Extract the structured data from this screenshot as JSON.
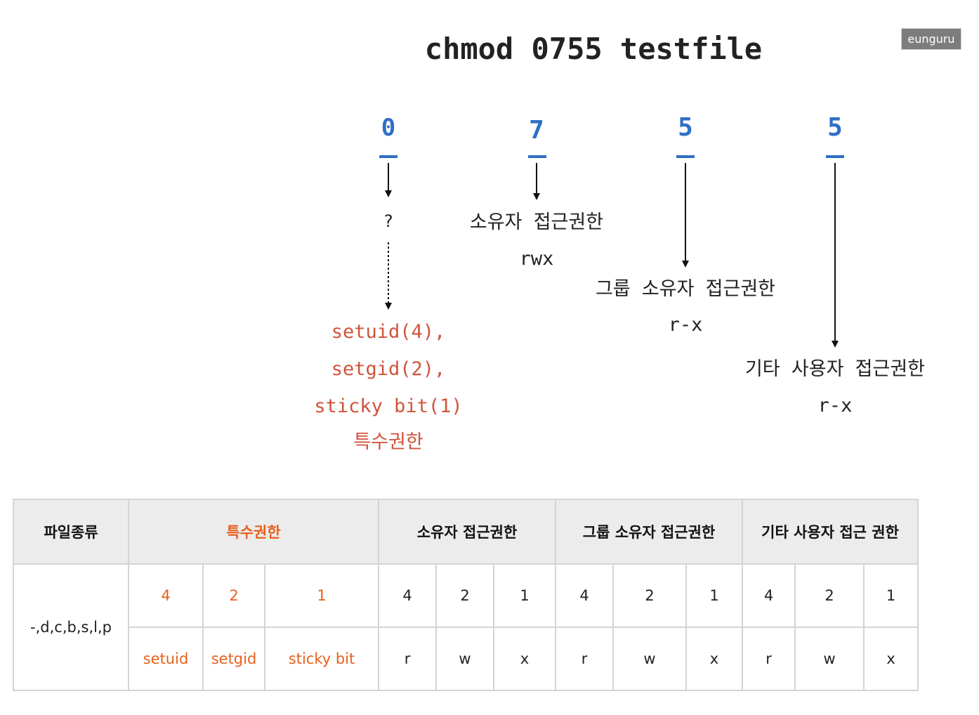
{
  "title": "chmod 0755 testfile",
  "watermark": "eunguru",
  "colors": {
    "digit": "#2f6fc6",
    "special": "#d0543b",
    "text": "#222222",
    "table_orange": "#e8601c",
    "header_bg": "#ececec",
    "border": "#d4d4d4"
  },
  "digits": [
    {
      "digit": "0",
      "lines": [
        "?"
      ],
      "special_lines": [
        "setuid(4),",
        "setgid(2),",
        "sticky bit(1)",
        "특수권한"
      ]
    },
    {
      "digit": "7",
      "lines": [
        "소유자 접근권한",
        "rwx"
      ]
    },
    {
      "digit": "5",
      "lines": [
        "그룹 소유자 접근권한",
        "r-x"
      ]
    },
    {
      "digit": "5",
      "lines": [
        "기타 사용자 접근권한",
        "r-x"
      ]
    }
  ],
  "table": {
    "headers": [
      "파일종류",
      "특수권한",
      "소유자 접근권한",
      "그룹 소유자 접근권한",
      "기타 사용자 접근 권한"
    ],
    "file_types": "-,d,c,b,s,l,p",
    "value_row": [
      "4",
      "2",
      "1",
      "4",
      "2",
      "1",
      "4",
      "2",
      "1",
      "4",
      "2",
      "1"
    ],
    "label_row": [
      "setuid",
      "setgid",
      "sticky bit",
      "r",
      "w",
      "x",
      "r",
      "w",
      "x",
      "r",
      "w",
      "x"
    ]
  }
}
